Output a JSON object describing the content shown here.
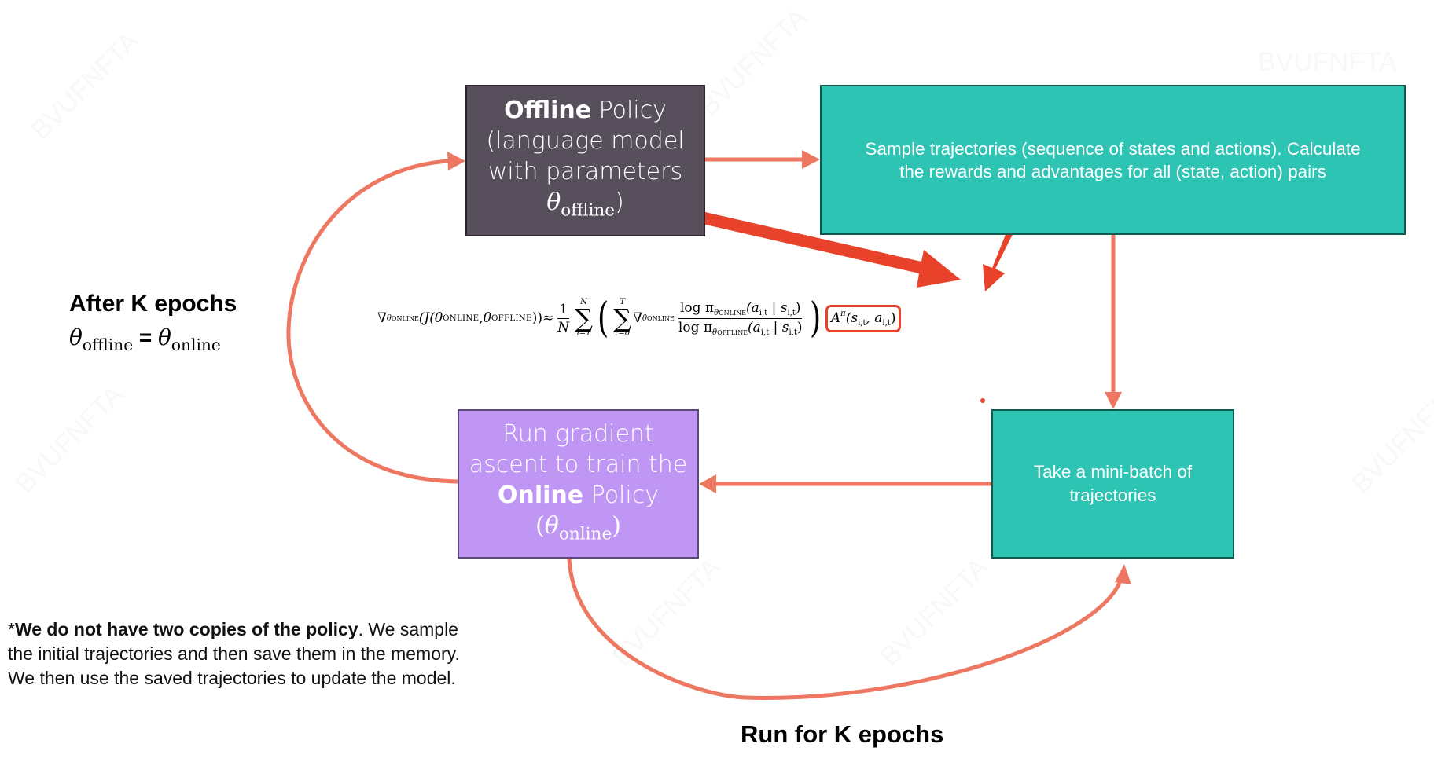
{
  "colors": {
    "offline_box": "#574f5b",
    "teal_box": "#2ec4b3",
    "online_box": "#c096f5",
    "flow_arrow": "#ee7762",
    "highlight_arrow": "#e8432a",
    "text_light": "#ffffff",
    "text_dark": "#000000"
  },
  "boxes": {
    "offline": {
      "title_bold": "Offline",
      "title_rest": " Policy",
      "line2": "(language model",
      "line3": "with parameters",
      "theta": "θ",
      "theta_sub": "offline",
      "close": ")"
    },
    "sample": {
      "line1": "Sample trajectories (sequence of states and actions). Calculate",
      "line2": "the rewards and advantages for all (state, action) pairs"
    },
    "online": {
      "line1": "Run gradient",
      "line2": "ascent to train the",
      "title_bold": "Online",
      "title_rest": " Policy",
      "open": "(",
      "theta": "θ",
      "theta_sub": "online",
      "close": ")"
    },
    "minibatch": {
      "line1": "Take a mini-batch of",
      "line2": "trajectories"
    }
  },
  "labels": {
    "after_k_epochs": "After K epochs",
    "theta_offline": "θ",
    "theta_offline_sub": "offline",
    "equals": " = ",
    "theta_online": "θ",
    "theta_online_sub": "online",
    "run_for_k_epochs": "Run for K epochs"
  },
  "note": {
    "asterisk": "*",
    "bold": "We do not have two copies of the policy",
    "rest_line1": ". We sample",
    "line2": "the initial trajectories and then save them in the memory.",
    "line3": "We then use the saved trajectories to update the model."
  },
  "formula": {
    "nabla": "∇",
    "theta": "θ",
    "online_sub": "ONLINE",
    "offline_sub": "OFFLINE",
    "lhs_open": "(J(",
    "comma": ", ",
    "lhs_close": "))",
    "approx": " ≈ ",
    "one": "1",
    "N": "N",
    "sum_upper_outer": "N",
    "sum_lower_outer": "i=1",
    "sum_upper_inner": "T",
    "sum_lower_inner": "t=0",
    "sigma": "∑",
    "log_pi": "log π",
    "args": "(a",
    "args_sub_it": "i,t",
    "bar": " | s",
    "args_close": ")",
    "open_paren": "(",
    "close_paren": ")",
    "advantage": "A",
    "advantage_sup": "π",
    "adv_open": "(s",
    "adv_mid": ", a",
    "adv_close": ")"
  },
  "watermark": "BVUFNFTA"
}
